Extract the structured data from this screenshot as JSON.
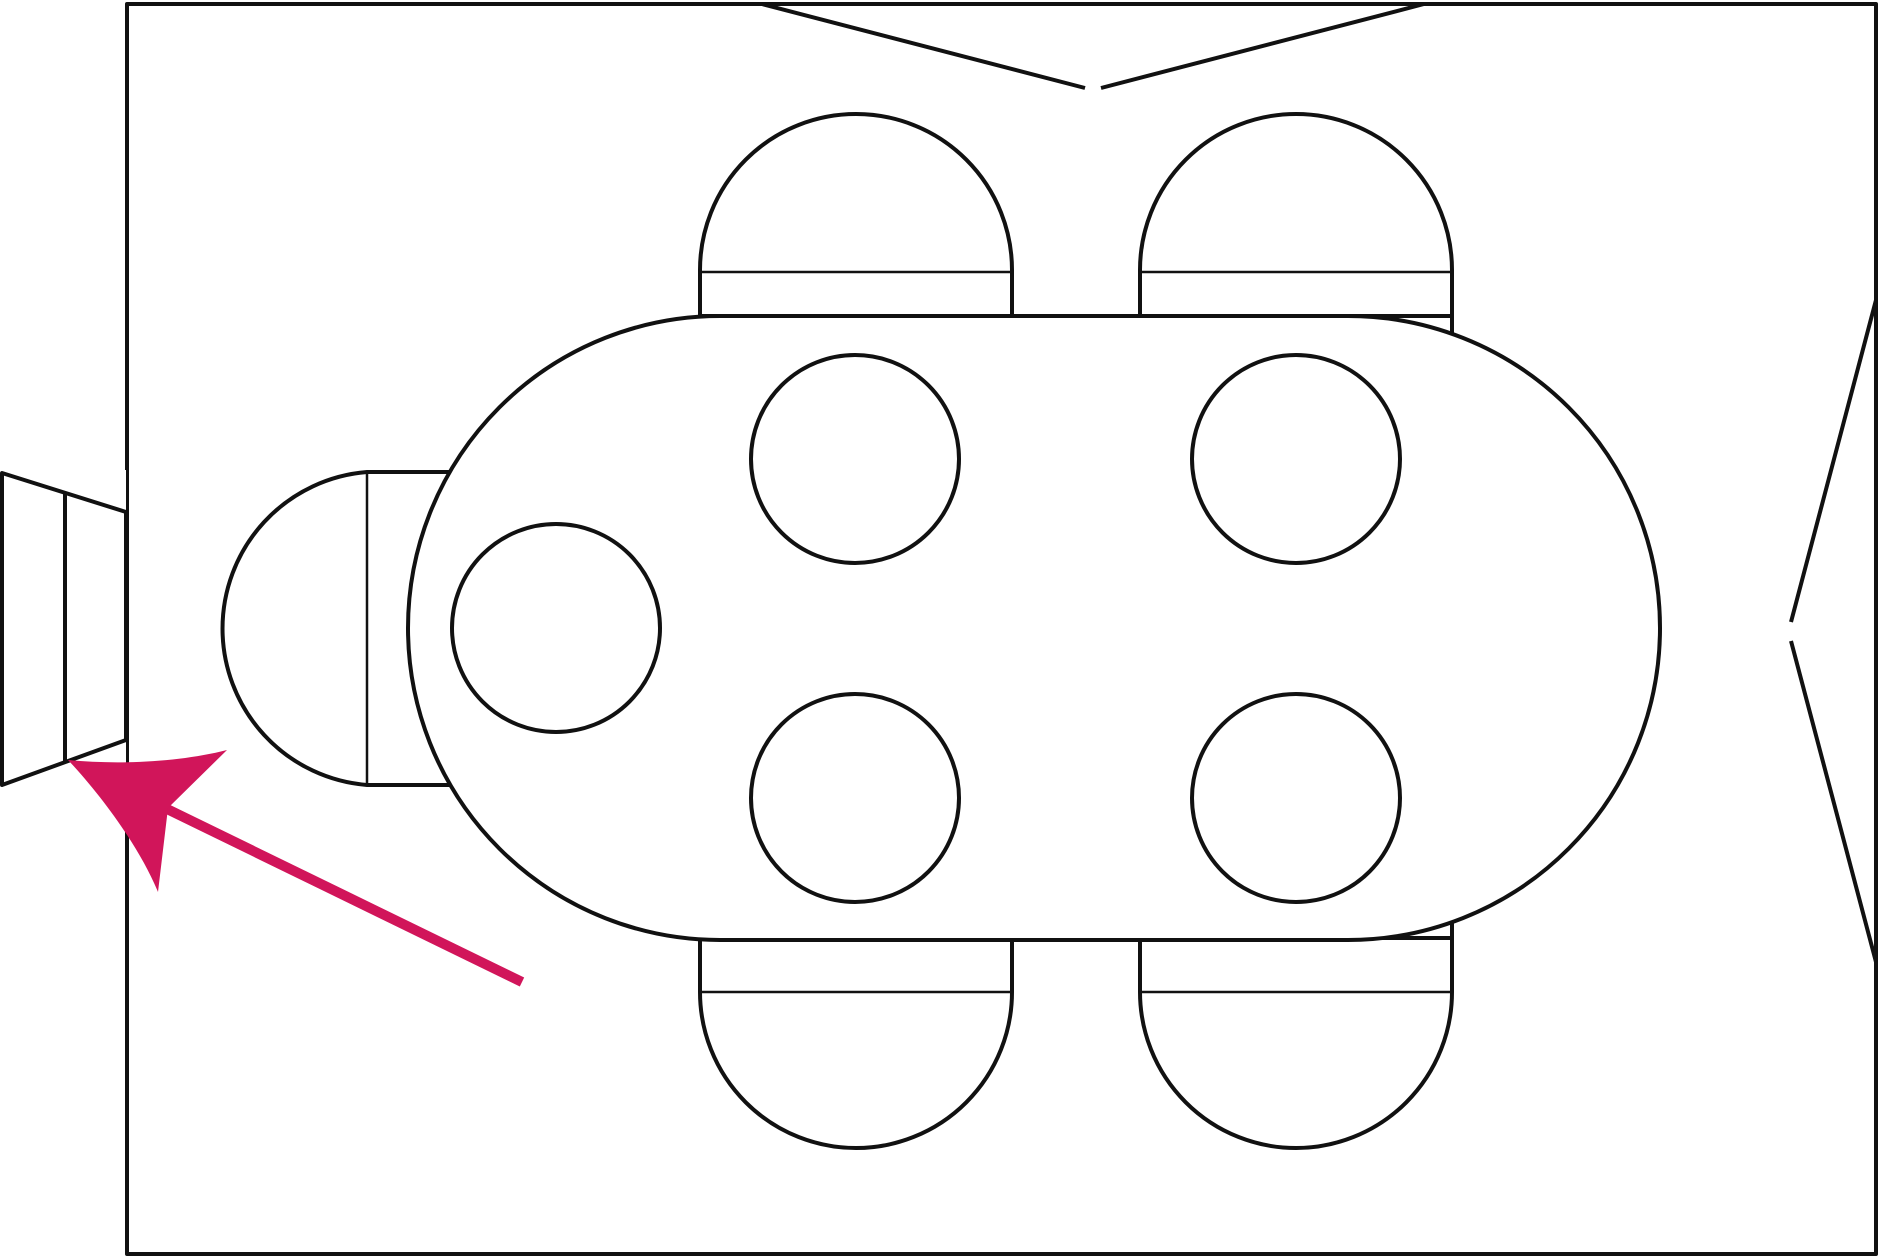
{
  "diagram": {
    "type": "meeting-room-seating-plan",
    "table_shape": "stadium-oval",
    "seats_at_table_count": 5,
    "chairs_count": 5,
    "wall_displays_count": 3,
    "colors": {
      "line": "#111111",
      "background": "#ffffff",
      "arrow": "#d1155a"
    },
    "icons": [
      "arrow-icon"
    ]
  }
}
